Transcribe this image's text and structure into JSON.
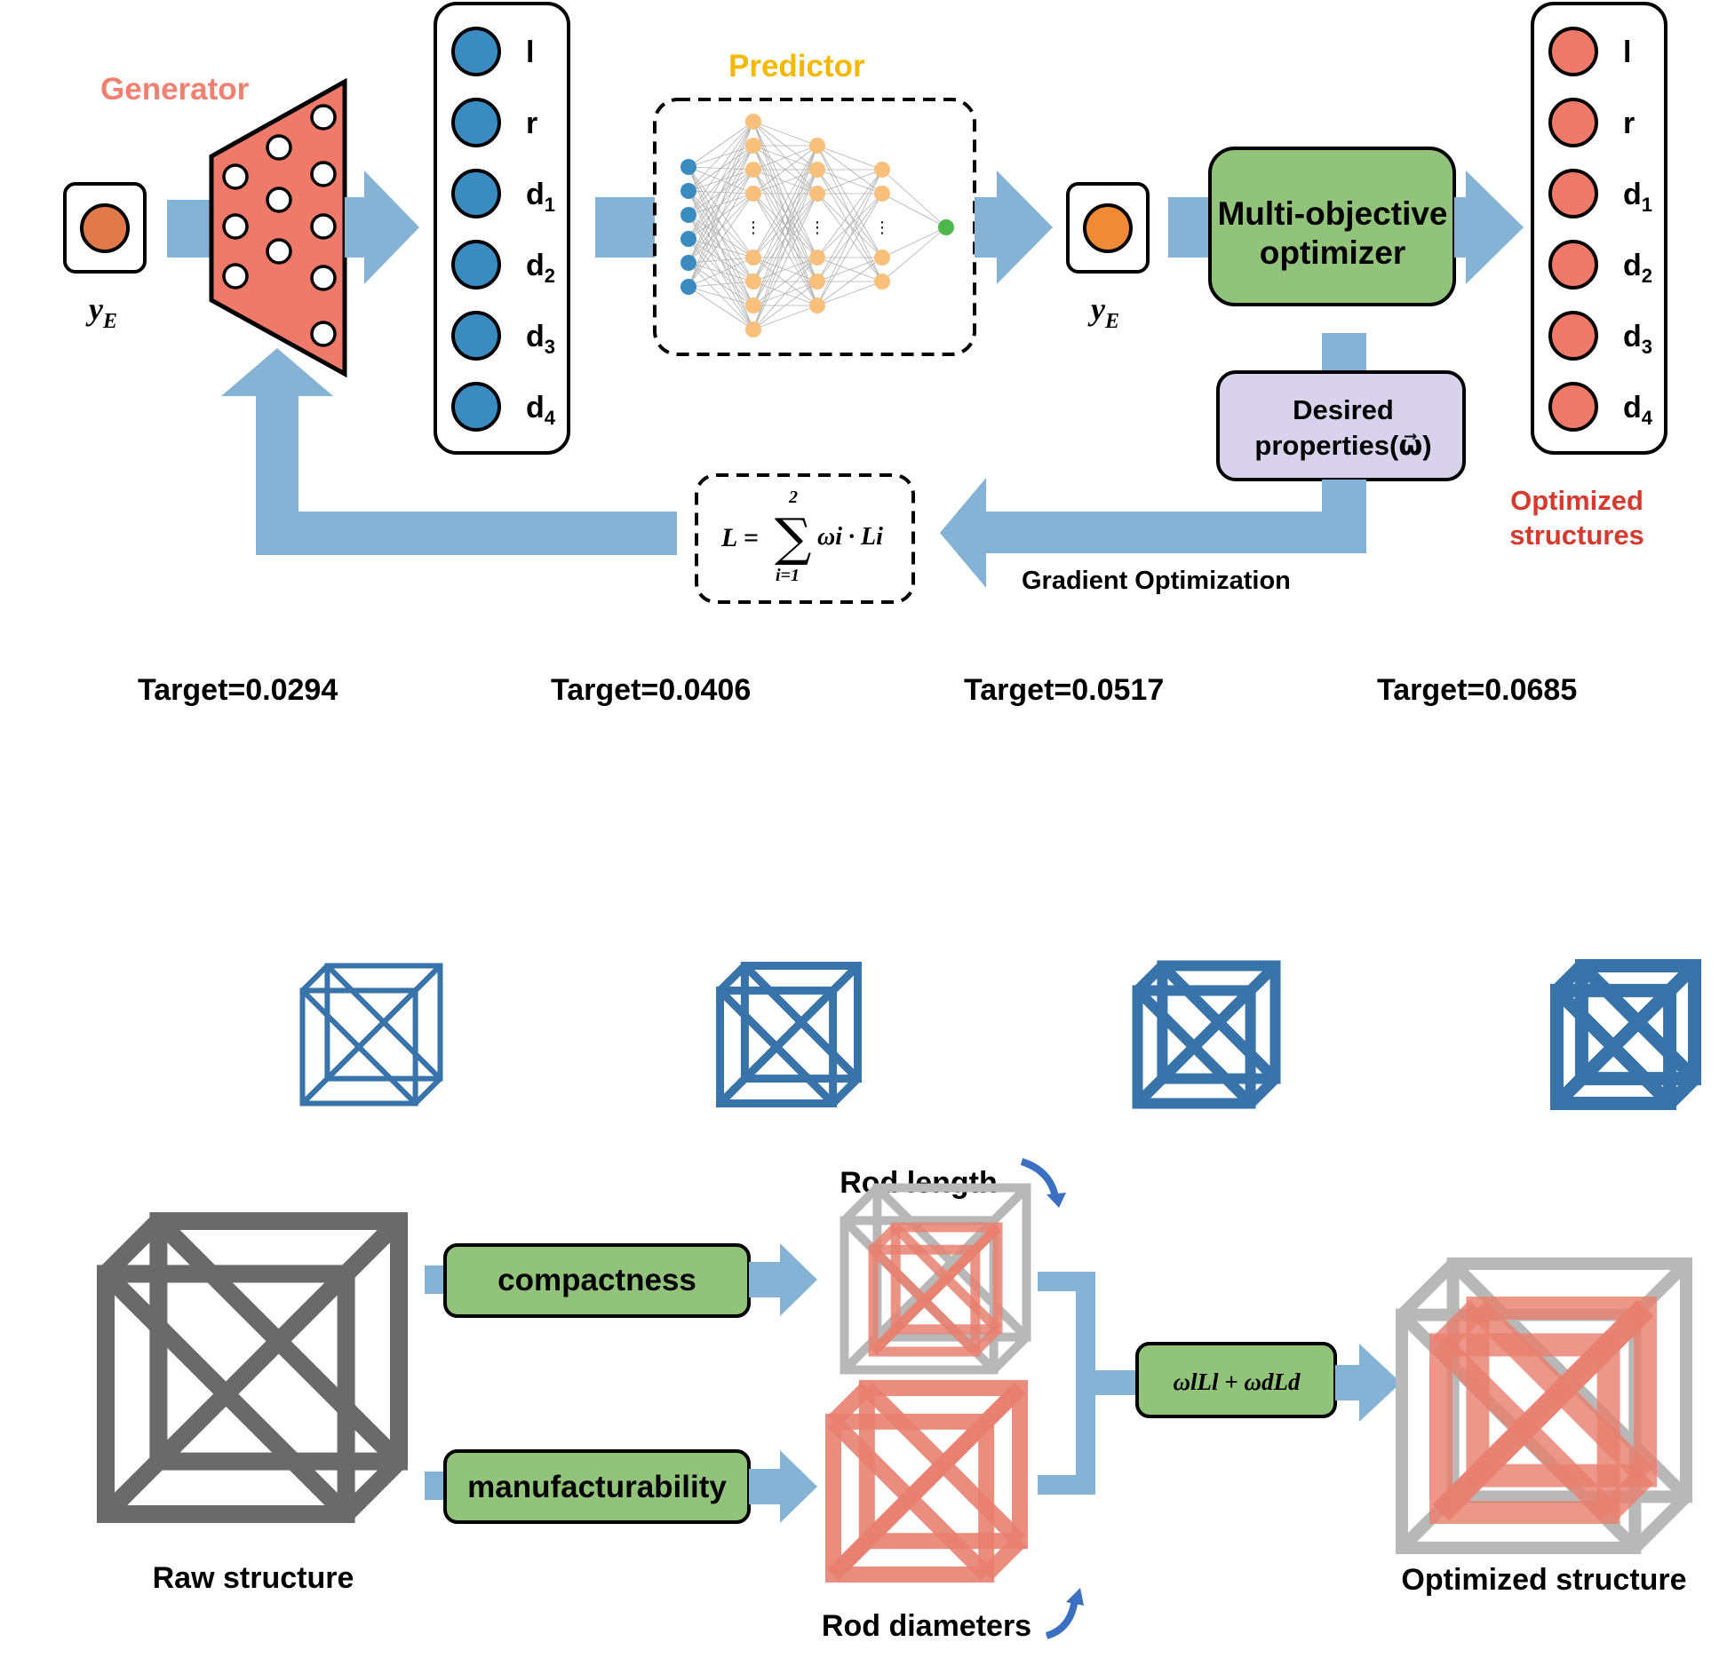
{
  "colors": {
    "arrow": "#85b3d6",
    "generator": "#f07a6a",
    "generator_label": "#f08070",
    "predictor_label": "#f5b800",
    "optimizer_fill": "#92c37b",
    "desired_fill": "#d8d3ea",
    "node_blue": "#3a8cc0",
    "node_red": "#f07a6a",
    "node_orange_in": "#e07a4a",
    "node_orange_out": "#f08a35",
    "optimized_label": "#d43a2e",
    "cube_blue": "#3873aa",
    "cube_gray": "#6a6a6a",
    "cube_light_gray": "#b8b8b8",
    "cube_red": "#e88070"
  },
  "top": {
    "generator_label": "Generator",
    "predictor_label": "Predictor",
    "input_var": "y",
    "input_sub": "E",
    "output_var": "y",
    "output_sub": "E",
    "latent_params": [
      {
        "base": "l",
        "sub": ""
      },
      {
        "base": "r",
        "sub": ""
      },
      {
        "base": "d",
        "sub": "1"
      },
      {
        "base": "d",
        "sub": "2"
      },
      {
        "base": "d",
        "sub": "3"
      },
      {
        "base": "d",
        "sub": "4"
      }
    ],
    "optimized_params": [
      {
        "base": "l",
        "sub": ""
      },
      {
        "base": "r",
        "sub": ""
      },
      {
        "base": "d",
        "sub": "1"
      },
      {
        "base": "d",
        "sub": "2"
      },
      {
        "base": "d",
        "sub": "3"
      },
      {
        "base": "d",
        "sub": "4"
      }
    ],
    "optimizer_line1": "Multi-objective",
    "optimizer_line2": "optimizer",
    "desired_line1": "Desired",
    "desired_line2": "properties(ω⃗)",
    "loss_lhs": "L =",
    "loss_sum_upper": "2",
    "loss_sum_lower": "i=1",
    "loss_term": "ωi · Li",
    "gradient_label": "Gradient Optimization",
    "optimized_line1": "Optimized",
    "optimized_line2": "structures"
  },
  "targets": [
    "Target=0.0294",
    "Target=0.0406",
    "Target=0.0517",
    "Target=0.0685"
  ],
  "bottom": {
    "raw_label": "Raw structure",
    "compactness": "compactness",
    "manufacturability": "manufacturability",
    "rod_length": "Rod length",
    "rod_diameters": "Rod diameters",
    "combine_formula": "ωlLl + ωdLd",
    "optimized_label": "Optimized structure"
  }
}
